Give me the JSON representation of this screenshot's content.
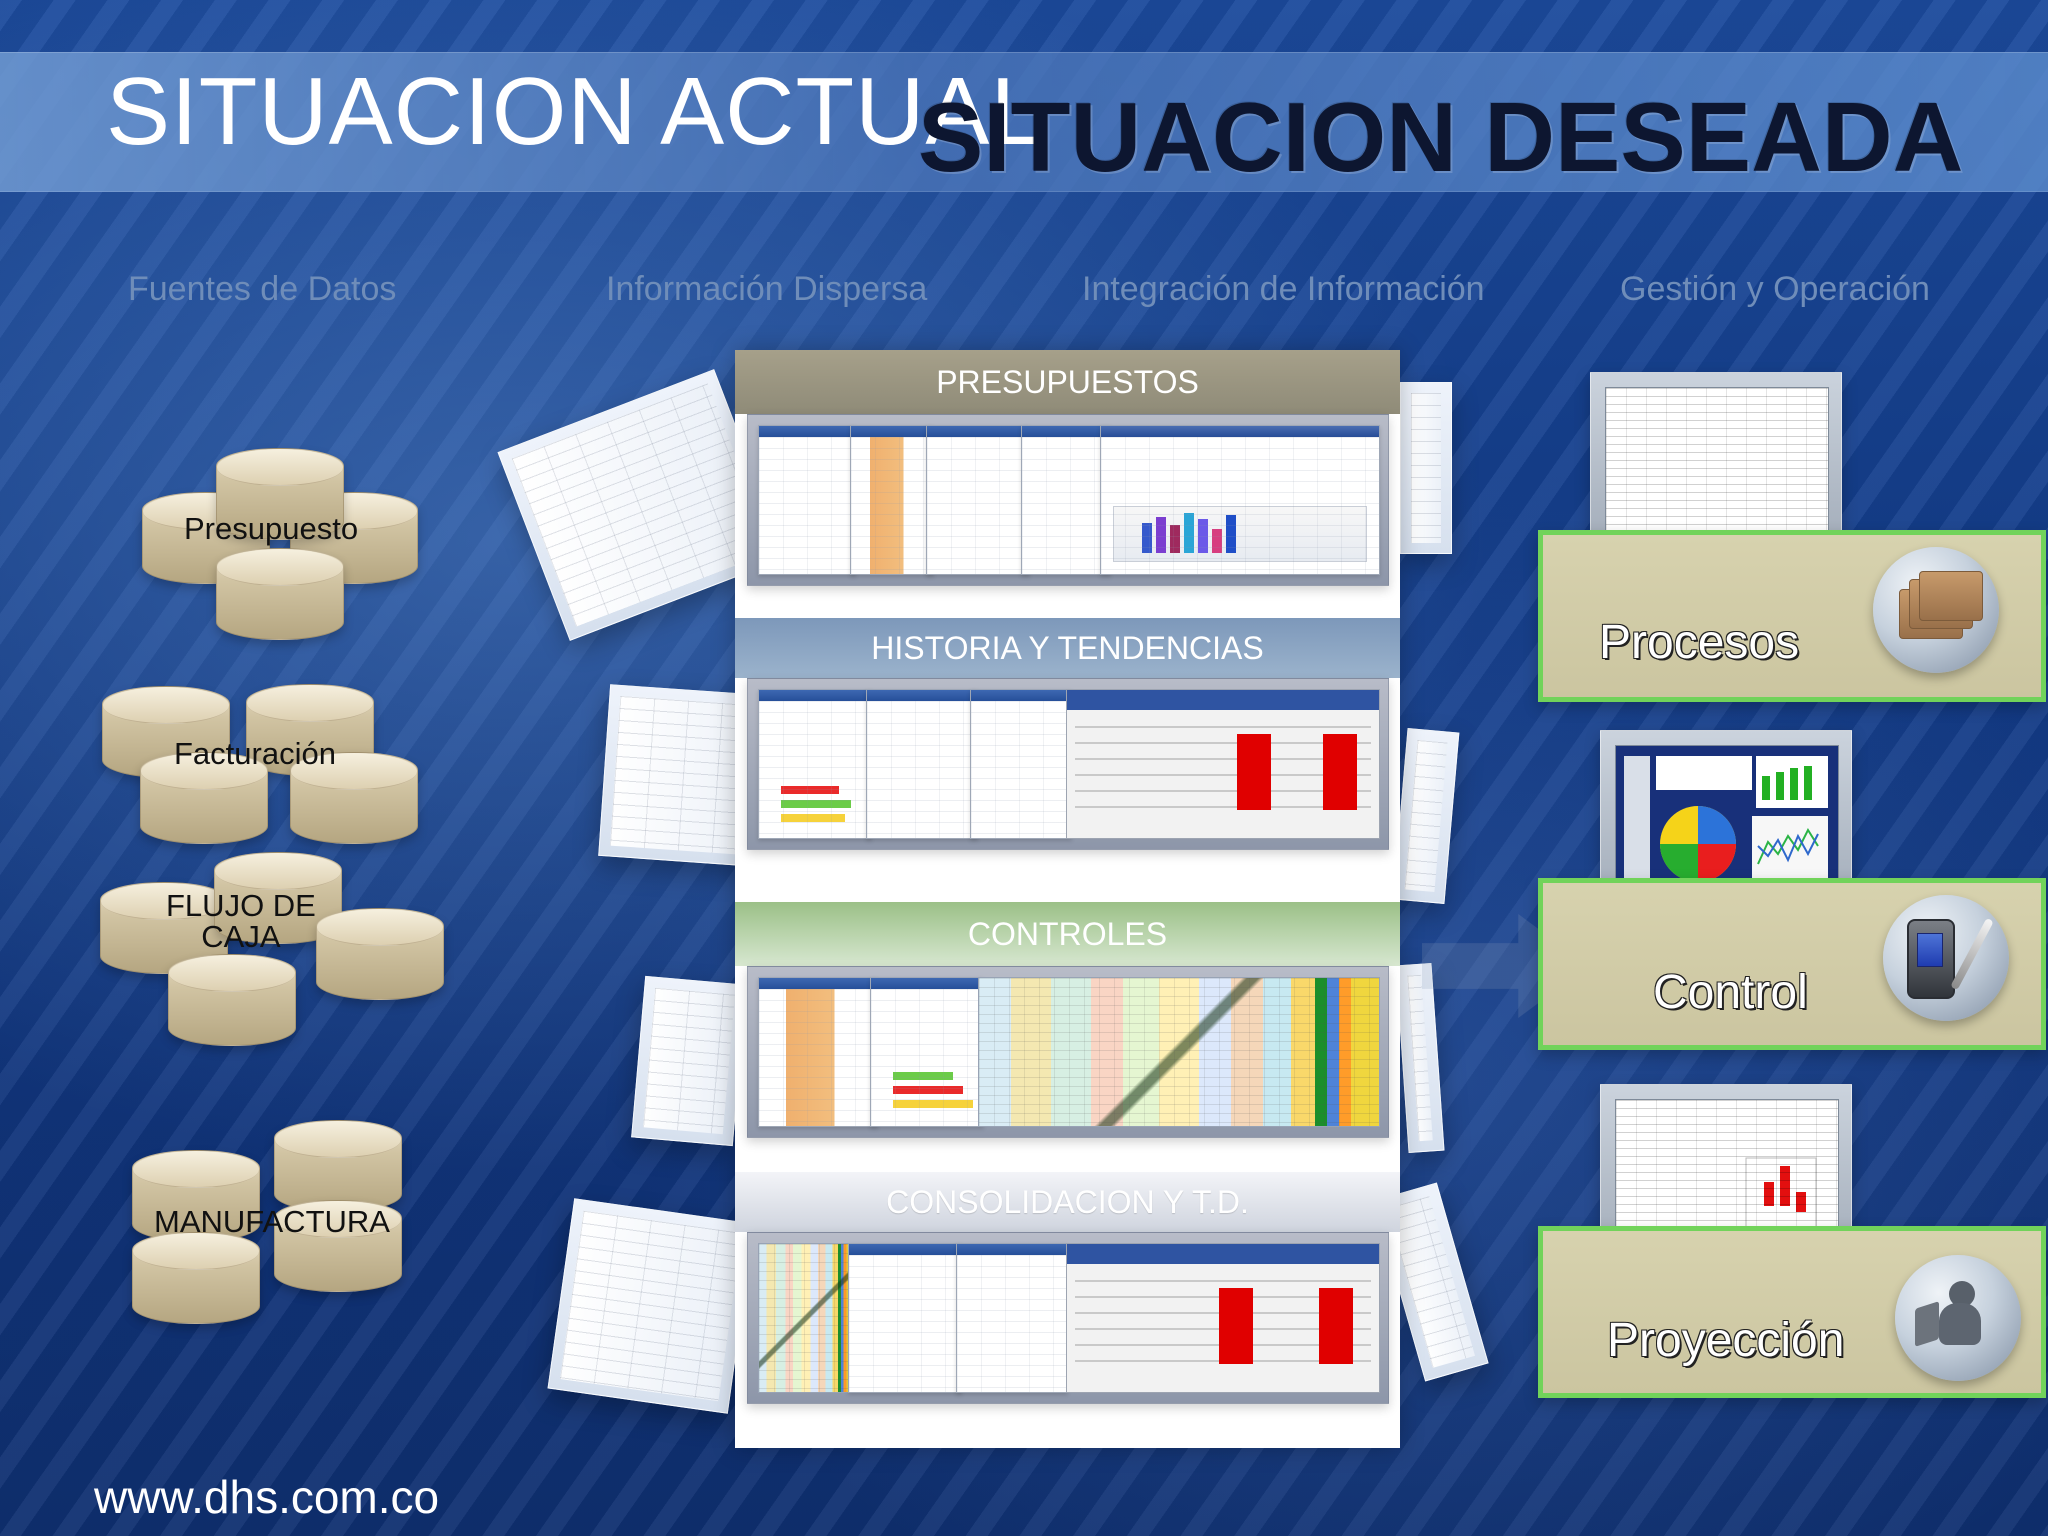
{
  "titles": {
    "actual": "SITUACION ACTUAL",
    "deseada": "SITUACION DESEADA"
  },
  "columns": {
    "fuentes": "Fuentes de Datos",
    "dispersa": "Información Dispersa",
    "integracion": "Integración de Información",
    "gestion": "Gestión y Operación"
  },
  "sources": [
    "Presupuesto",
    "Facturación",
    "FLUJO DE\nCAJA",
    "MANUFACTURA"
  ],
  "sections": {
    "presupuestos": "PRESUPUESTOS",
    "historia": "HISTORIA Y TENDENCIAS",
    "controles": "CONTROLES",
    "consolidacion": "CONSOLIDACION Y T.D."
  },
  "cards": {
    "procesos": "Procesos",
    "control": "Control",
    "proyeccion": "Proyección"
  },
  "footer": {
    "url": "www.dhs.com.co"
  }
}
